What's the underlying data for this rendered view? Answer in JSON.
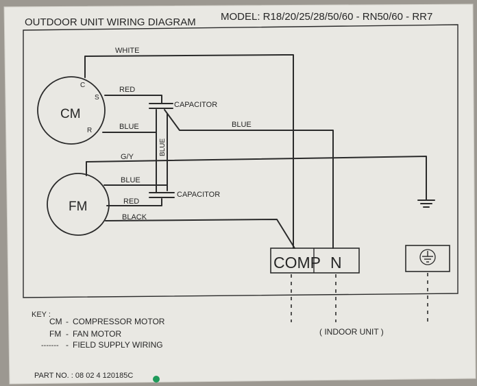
{
  "header": {
    "title": "OUTDOOR UNIT WIRING DIAGRAM",
    "model": "MODEL: R18/20/25/28/50/60 - RN50/60 - RR7"
  },
  "components": {
    "compressor": {
      "label": "CM",
      "terminal_c": "C",
      "terminal_s": "S",
      "terminal_r": "R"
    },
    "fan": {
      "label": "FM"
    }
  },
  "wires": {
    "white": "WHITE",
    "red_cm": "RED",
    "blue_cm": "BLUE",
    "blue_main": "BLUE",
    "blue_vertical": "BLUE",
    "gy": "G/Y",
    "blue_fm": "BLUE",
    "red_fm": "RED",
    "black": "BLACK"
  },
  "capacitors": {
    "upper": "CAPACITOR",
    "lower": "CAPACITOR"
  },
  "terminal_block": {
    "comp": "COMP",
    "n": "N"
  },
  "indoor_unit": "( INDOOR UNIT )",
  "key": {
    "title": "KEY :",
    "items": [
      {
        "code": "CM",
        "sep": "-",
        "text": "COMPRESSOR MOTOR"
      },
      {
        "code": "FM",
        "sep": "-",
        "text": "FAN MOTOR"
      },
      {
        "code": "-------",
        "sep": "-",
        "text": "FIELD SUPPLY WIRING"
      }
    ]
  },
  "part_no": "PART NO. : 08 02 4 120185C",
  "colors": {
    "label_bg": "#e9e8e3",
    "ink": "#2a2a2a",
    "surround": "#9c9891",
    "dot": "#1e9a5a"
  }
}
